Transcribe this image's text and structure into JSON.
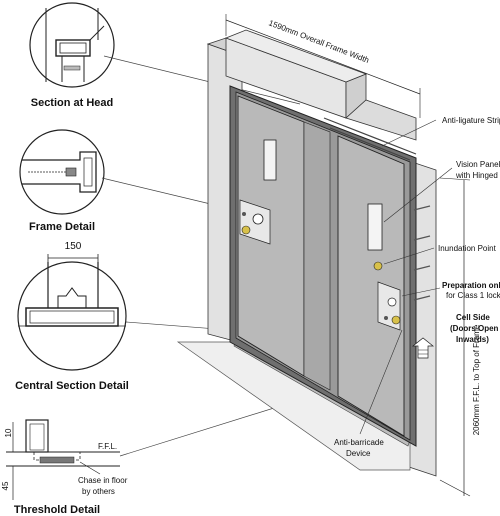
{
  "details": {
    "head": "Section at Head",
    "frame": "Frame Detail",
    "central": "Central Section Detail",
    "threshold": "Threshold Detail",
    "central_width": "150",
    "threshold_dim_top": "10",
    "threshold_dim_bottom": "45",
    "ffl_label": "F.F.L.",
    "chase_line1": "Chase in floor",
    "chase_line2": "by others"
  },
  "dimensions": {
    "width": "1590mm Overall Frame Width",
    "height": "2060mm F.F.L. to Top of Frame"
  },
  "callouts": {
    "strips": "Anti-ligature Strips",
    "vision1": "Vision Panel",
    "vision2": "with Hinged Flap",
    "inundation": "Inundation Point",
    "prep1": "Preparation only",
    "prep2": "for Class 1 lock",
    "cell1": "Cell Side",
    "cell2": "(Doors Open",
    "cell3": "Inwards)",
    "barricade1": "Anti-barricade",
    "barricade2": "Device"
  }
}
